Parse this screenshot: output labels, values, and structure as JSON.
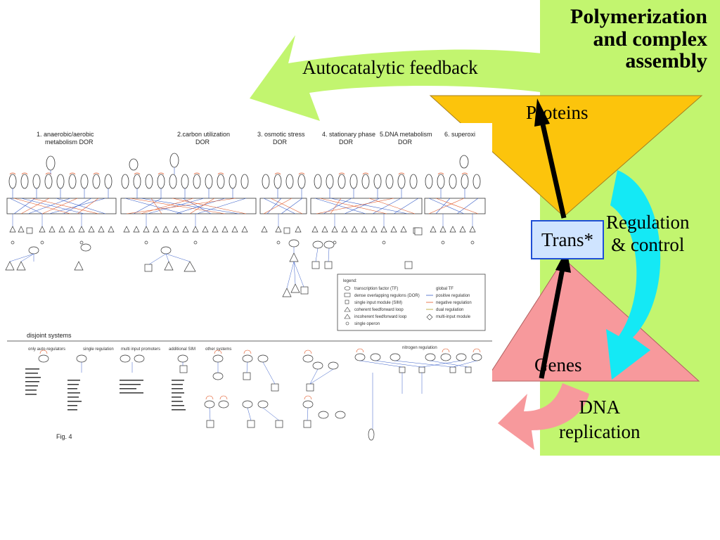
{
  "title": {
    "line1": "Polymerization",
    "line2": "and complex",
    "line3": "assembly"
  },
  "feedback_label": "Autocatalytic feedback",
  "proteins_label": "Proteins",
  "regulation": {
    "line1": "Regulation",
    "line2": "& control"
  },
  "trans_label": "Trans*",
  "genes_label": "Genes",
  "dna": {
    "line1": "DNA",
    "line2": "replication"
  },
  "network_figure": {
    "headers": [
      "1. anaerobic/aerobic metabolism DOR",
      "2.carbon utilization DOR",
      "3. osmotic stress DOR",
      "4. stationary phase DOR",
      "5.DNA metabolism DOR",
      "6. superoxi"
    ],
    "legend_title": "legend:",
    "legend_items": [
      "transcription factor (TF)",
      "dense overlapping regulons (DOR)",
      "single input module (SIM)",
      "coherent feedforward loop",
      "incoherent feedforward loop",
      "single operon",
      "global TF",
      "positive regulation",
      "negative regulation",
      "dual regulation",
      "multi-input module"
    ],
    "disjoint_title": "disjoint systems",
    "categories": [
      "only auto-regulators",
      "single regulation",
      "multi input promoters",
      "additional SIM",
      "other systems"
    ],
    "nitrogen_label": "nitrogen regulation",
    "fig_label": "Fig. 4"
  },
  "colors": {
    "green_panel": "#c2f56f",
    "triangle_top": "#fcc40c",
    "triangle_bottom": "#f7999c",
    "cyan_arrow": "#14e9f5",
    "pink_arrow": "#f7999c",
    "trans_box": "#cfe4ff",
    "trans_border": "#1f4fd6",
    "positive": "#3a5fc8",
    "negative": "#e25a2a"
  }
}
